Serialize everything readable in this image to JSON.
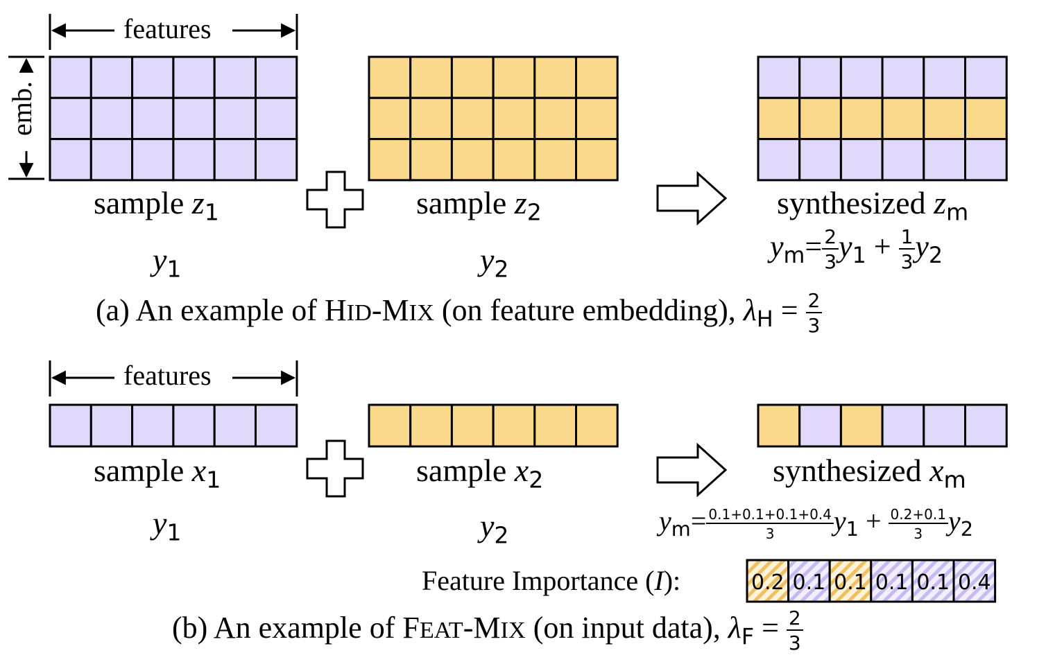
{
  "colors": {
    "purple": "#e1d9fa",
    "orange": "#fbd98c",
    "stroke": "#000000",
    "hatch_orange": "#f0c060",
    "hatch_purple": "#b9aee8"
  },
  "top": {
    "features_label": "features",
    "emb_label": "emb.",
    "sample1": {
      "prefix": "sample ",
      "var": "z",
      "sub": "1"
    },
    "sample2": {
      "prefix": "sample ",
      "var": "z",
      "sub": "2"
    },
    "synth": {
      "prefix": "synthesized ",
      "var": "z",
      "sub": "m"
    },
    "label1": {
      "var": "y",
      "sub": "1"
    },
    "label2": {
      "var": "y",
      "sub": "2"
    },
    "formula": {
      "lhs_var": "y",
      "lhs_sub": "m",
      "eq": "=",
      "frac1_num": "2",
      "frac1_den": "3",
      "t1_var": "y",
      "t1_sub": "1",
      "plus": "+",
      "frac2_num": "1",
      "frac2_den": "3",
      "t2_var": "y",
      "t2_sub": "2"
    },
    "caption": {
      "prefix": "(a) An example of ",
      "m1_big": "H",
      "m1_small": "ID",
      "dash": "-",
      "m2_big": "M",
      "m2_small": "IX",
      "suffix": " (on feature embedding), ",
      "lambda": "λ",
      "lambda_sub": "H",
      "eq": " = ",
      "frac_num": "2",
      "frac_den": "3"
    },
    "grid1_rows": [
      "purple",
      "purple",
      "purple"
    ],
    "grid2_rows": [
      "orange",
      "orange",
      "orange"
    ],
    "grid3_rows": [
      "purple",
      "orange",
      "purple"
    ]
  },
  "bottom": {
    "features_label": "features",
    "sample1": {
      "prefix": "sample ",
      "var": "x",
      "sub": "1"
    },
    "sample2": {
      "prefix": "sample ",
      "var": "x",
      "sub": "2"
    },
    "synth": {
      "prefix": "synthesized ",
      "var": "x",
      "sub": "m"
    },
    "label1": {
      "var": "y",
      "sub": "1"
    },
    "label2": {
      "var": "y",
      "sub": "2"
    },
    "formula": {
      "lhs_var": "y",
      "lhs_sub": "m",
      "eq": "=",
      "frac1_num": "0.1+0.1+0.1+0.4",
      "frac1_den": "3",
      "t1_var": "y",
      "t1_sub": "1",
      "plus": "+",
      "frac2_num": "0.2+0.1",
      "frac2_den": "3",
      "t2_var": "y",
      "t2_sub": "2"
    },
    "importance": {
      "label_prefix": "Feature Importance (",
      "label_var": "I",
      "label_suffix": "):",
      "values": [
        "0.2",
        "0.1",
        "0.1",
        "0.1",
        "0.1",
        "0.4"
      ],
      "colors": [
        "orange",
        "purple",
        "orange",
        "purple",
        "purple",
        "purple"
      ]
    },
    "caption": {
      "prefix": "(b) An example of ",
      "m1_big": "F",
      "m1_small": "EAT",
      "dash": "-",
      "m2_big": "M",
      "m2_small": "IX",
      "suffix": " (on input data), ",
      "lambda": "λ",
      "lambda_sub": "F",
      "eq": " = ",
      "frac_num": "2",
      "frac_den": "3"
    },
    "row1": [
      "purple",
      "purple",
      "purple",
      "purple",
      "purple",
      "purple"
    ],
    "row2": [
      "orange",
      "orange",
      "orange",
      "orange",
      "orange",
      "orange"
    ],
    "row3": [
      "orange",
      "purple",
      "orange",
      "purple",
      "purple",
      "purple"
    ]
  }
}
